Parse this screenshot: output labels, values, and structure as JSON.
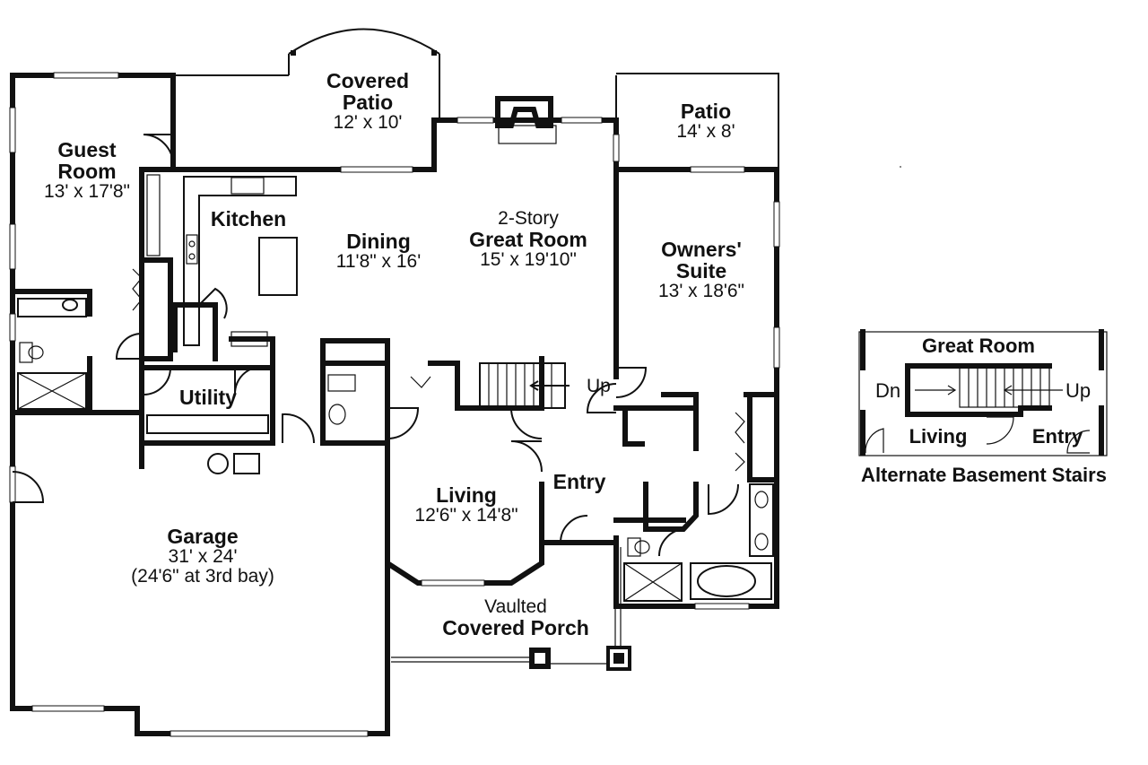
{
  "rooms": {
    "covered_patio": {
      "name": "Covered\nPatio",
      "dims": "12' x 10'"
    },
    "patio": {
      "name": "Patio",
      "dims": "14' x 8'"
    },
    "guest_room": {
      "name": "Guest\nRoom",
      "dims": "13' x 17'8\""
    },
    "kitchen": {
      "name": "Kitchen"
    },
    "dining": {
      "name": "Dining",
      "dims": "11'8\" x 16'"
    },
    "great_room": {
      "prefix": "2-Story",
      "name": "Great Room",
      "dims": "15' x 19'10\""
    },
    "owners_suite": {
      "name": "Owners'\nSuite",
      "dims": "13' x 18'6\""
    },
    "utility": {
      "name": "Utility"
    },
    "living": {
      "name": "Living",
      "dims": "12'6\" x 14'8\""
    },
    "entry": {
      "name": "Entry"
    },
    "garage": {
      "name": "Garage",
      "dims": "31' x 24'",
      "note": "(24'6\" at 3rd bay)"
    },
    "porch": {
      "prefix": "Vaulted",
      "name": "Covered Porch"
    }
  },
  "stairs": {
    "up_label": "Up"
  },
  "inset": {
    "title": "Alternate Basement Stairs",
    "great_room": "Great Room",
    "dn": "Dn",
    "up": "Up",
    "living": "Living",
    "entry": "Entry"
  }
}
